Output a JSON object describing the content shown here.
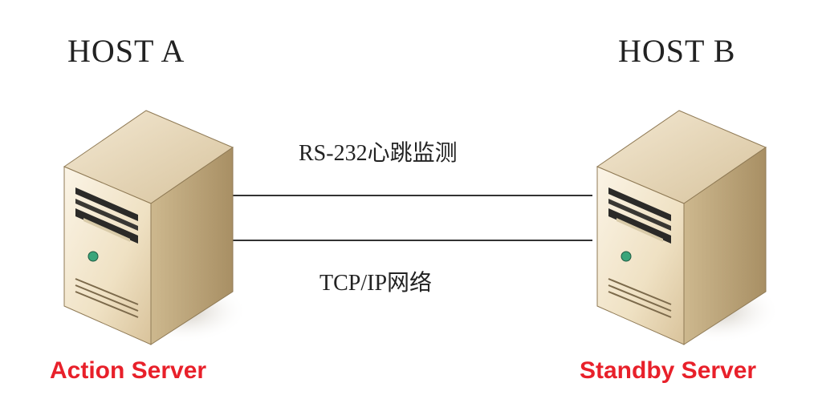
{
  "hosts": {
    "a": {
      "title": "HOST A",
      "role": "Action Server"
    },
    "b": {
      "title": "HOST B",
      "role": "Standby Server"
    }
  },
  "links": {
    "heartbeat": "RS-232心跳监测",
    "network": "TCP/IP网络"
  },
  "colors": {
    "role_label": "#e8202a",
    "server_front": "#f4ead6",
    "server_side": "#c9b48a",
    "server_top": "#e6d6b4",
    "line": "#333333",
    "led": "#3aa57a"
  }
}
